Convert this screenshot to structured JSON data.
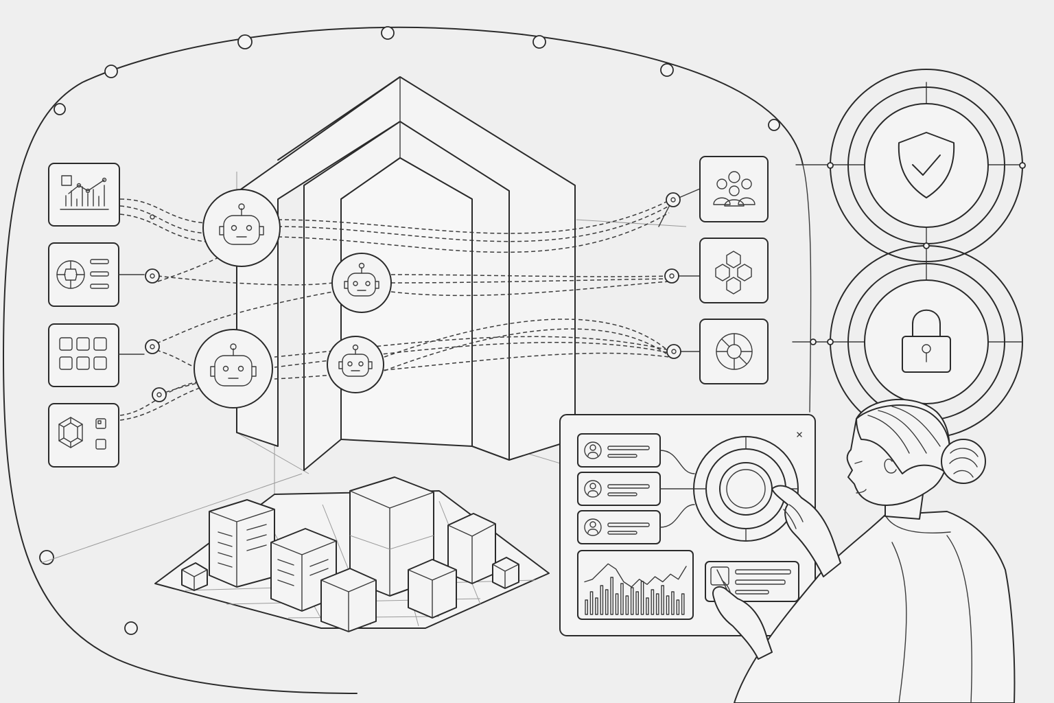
{
  "colors": {
    "background": "#efefef",
    "ink": "#2a2a2a",
    "faint": "#9a9a9a"
  },
  "left_cards": [
    {
      "icon": "analytics-chart-icon"
    },
    {
      "icon": "segment-list-icon"
    },
    {
      "icon": "module-grid-icon"
    },
    {
      "icon": "gem-component-icon"
    }
  ],
  "agents": [
    {
      "icon": "robot-icon"
    },
    {
      "icon": "robot-icon"
    },
    {
      "icon": "robot-icon"
    },
    {
      "icon": "robot-icon"
    }
  ],
  "right_cards": [
    {
      "icon": "people-group-icon"
    },
    {
      "icon": "hexagon-cluster-icon"
    },
    {
      "icon": "ring-segments-icon"
    }
  ],
  "security": [
    {
      "icon": "shield-check-icon"
    },
    {
      "icon": "padlock-icon"
    }
  ],
  "dashboard": {
    "profile_rows": 3,
    "bar_levels": [
      0.35,
      0.55,
      0.4,
      0.7,
      0.6,
      0.9,
      0.5,
      0.75,
      0.45,
      0.65,
      0.55,
      0.8,
      0.4,
      0.6,
      0.5,
      0.7,
      0.45,
      0.55,
      0.35,
      0.5
    ],
    "line_levels": [
      0.5,
      0.55,
      0.7,
      0.85,
      0.75,
      0.5,
      0.4,
      0.55,
      0.45,
      0.6,
      0.5,
      0.65,
      0.55,
      0.8
    ]
  }
}
